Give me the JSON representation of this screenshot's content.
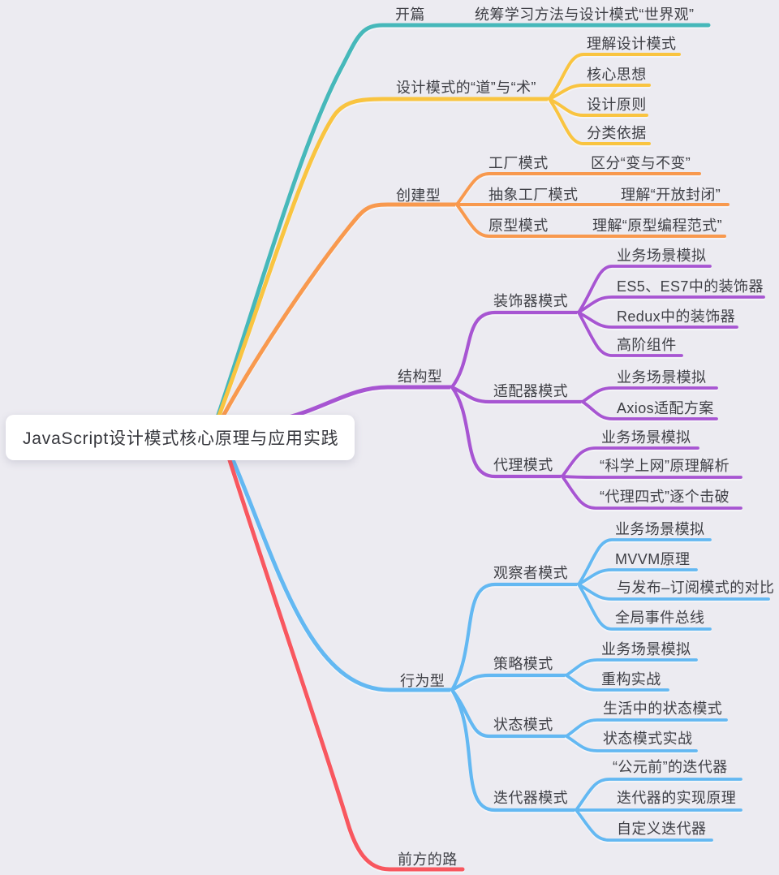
{
  "root": {
    "label": "JavaScript设计模式核心原理与应用实践"
  },
  "palette": {
    "teal": "#46b8ba",
    "yellow": "#f9c440",
    "orange": "#f8994e",
    "purple": "#a755d2",
    "blue": "#63b8f2",
    "red": "#f8575f",
    "background": "#ecebf1",
    "text": "#3e3f45",
    "root_bg": "#ffffff"
  },
  "branches": [
    {
      "label": "开篇",
      "color": "#46b8ba",
      "children": [
        {
          "label": "统筹学习方法与设计模式“世界观”"
        }
      ]
    },
    {
      "label": "设计模式的“道”与“术”",
      "color": "#f9c440",
      "children": [
        {
          "label": "理解设计模式"
        },
        {
          "label": "核心思想"
        },
        {
          "label": "设计原则"
        },
        {
          "label": "分类依据"
        }
      ]
    },
    {
      "label": "创建型",
      "color": "#f8994e",
      "children": [
        {
          "label": "工厂模式",
          "children": [
            {
              "label": "区分“变与不变”"
            }
          ]
        },
        {
          "label": "抽象工厂模式",
          "children": [
            {
              "label": "理解“开放封闭”"
            }
          ]
        },
        {
          "label": "原型模式",
          "children": [
            {
              "label": "理解“原型编程范式”"
            }
          ]
        }
      ]
    },
    {
      "label": "结构型",
      "color": "#a755d2",
      "children": [
        {
          "label": "装饰器模式",
          "children": [
            {
              "label": "业务场景模拟"
            },
            {
              "label": "ES5、ES7中的装饰器"
            },
            {
              "label": "Redux中的装饰器"
            },
            {
              "label": "高阶组件"
            }
          ]
        },
        {
          "label": "适配器模式",
          "children": [
            {
              "label": "业务场景模拟"
            },
            {
              "label": "Axios适配方案"
            }
          ]
        },
        {
          "label": "代理模式",
          "children": [
            {
              "label": "业务场景模拟"
            },
            {
              "label": "“科学上网”原理解析"
            },
            {
              "label": "“代理四式”逐个击破"
            }
          ]
        }
      ]
    },
    {
      "label": "行为型",
      "color": "#63b8f2",
      "children": [
        {
          "label": "观察者模式",
          "children": [
            {
              "label": "业务场景模拟"
            },
            {
              "label": "MVVM原理"
            },
            {
              "label": "与发布–订阅模式的对比"
            },
            {
              "label": "全局事件总线"
            }
          ]
        },
        {
          "label": "策略模式",
          "children": [
            {
              "label": "业务场景模拟"
            },
            {
              "label": "重构实战"
            }
          ]
        },
        {
          "label": "状态模式",
          "children": [
            {
              "label": "生活中的状态模式"
            },
            {
              "label": "状态模式实战"
            }
          ]
        },
        {
          "label": "迭代器模式",
          "children": [
            {
              "label": "“公元前”的迭代器"
            },
            {
              "label": "迭代器的实现原理"
            },
            {
              "label": "自定义迭代器"
            }
          ]
        }
      ]
    },
    {
      "label": "前方的路",
      "color": "#f8575f",
      "children": []
    }
  ]
}
